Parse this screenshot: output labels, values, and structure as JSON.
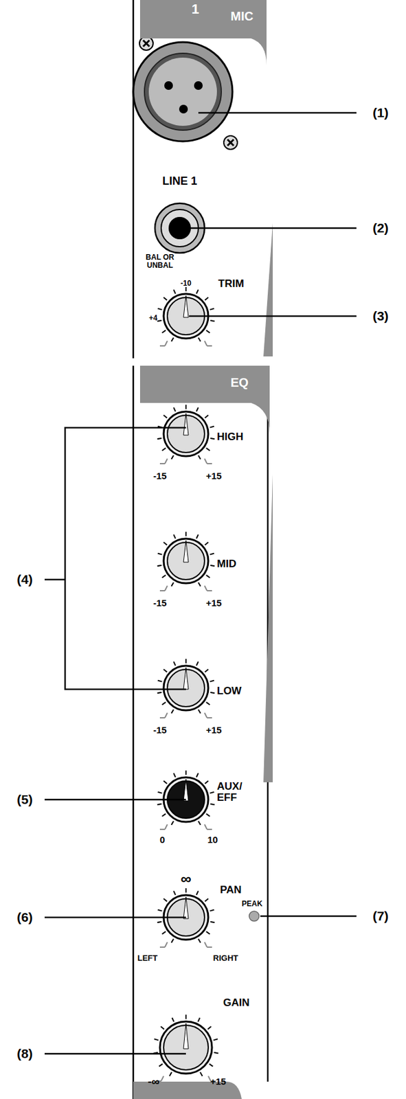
{
  "diagram": {
    "nodes": [
      {
        "text": [
          "MIC"
        ]
      },
      {
        "text": [
          "EQ"
        ]
      },
      {
        "text": [
          "1"
        ]
      }
    ],
    "labels": [
      "(1)",
      "LINE 1",
      "BAL OR UNBAL",
      "(2)",
      "-10",
      "+4",
      "TRIM",
      "(3)",
      "HIGH",
      "-15",
      "+15",
      "MID",
      "-15",
      "+15",
      "LOW",
      "-15",
      "+15",
      "(4)",
      "AUX/ EFF",
      "0",
      "10",
      "(5)",
      "∞",
      "PAN",
      "PEAK",
      "LEFT",
      "RIGHT",
      "(6)",
      "(7)",
      "GAIN",
      "-∞",
      "+15",
      "(8)"
    ]
  }
}
